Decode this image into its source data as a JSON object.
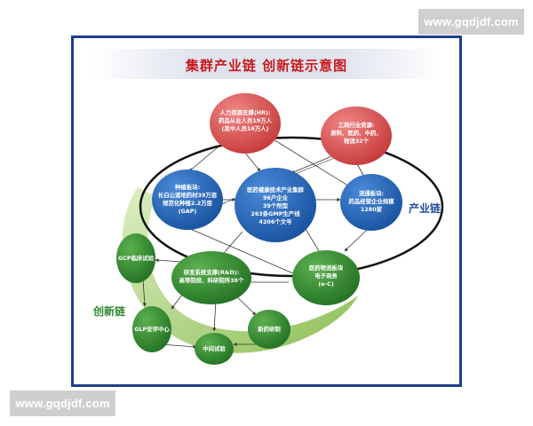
{
  "watermark": "www.gqdjdf.com",
  "title": "集群产业链  创新链示意图",
  "labels": {
    "industry_chain": "产业链",
    "innovation_chain": "创新链"
  },
  "nodes": {
    "hr": [
      "人力资源支撑(HR):",
      "药品从业人员19万人",
      "(其中人员16万人)"
    ],
    "industry": [
      "工商行业资源:",
      "原料、医药、中药、",
      "物流32个"
    ],
    "planting": [
      "种植板块:",
      "长白山道地药材39万亩",
      "规范化种植2.2万亩",
      "(GAP)"
    ],
    "core": [
      "医药健康技术产业集群",
      "96户企业",
      "39个剂型",
      "263条GMP生产线",
      "4206个文号"
    ],
    "circulation": [
      "流通板块:",
      "药品经营企业规模",
      "1280家"
    ],
    "ecommerce": [
      "医药物流板块",
      "电子商务",
      "(e-C)"
    ],
    "rd": [
      "研发系统支撑(R&D):",
      "高等院校、科研院所38个"
    ],
    "gcp": [
      "GCP临床试验"
    ],
    "glp": [
      "GLP安评中心"
    ],
    "tech": [
      "中间试验"
    ],
    "pilot": [
      "新药研制"
    ]
  },
  "colors": {
    "red_node": "#d84a4a",
    "blue_node": "#1f62b6",
    "green_node": "#2e8a2e",
    "ring_green": "#7ab33a",
    "arrow": "#333333",
    "frame": "#1c3f8c"
  }
}
